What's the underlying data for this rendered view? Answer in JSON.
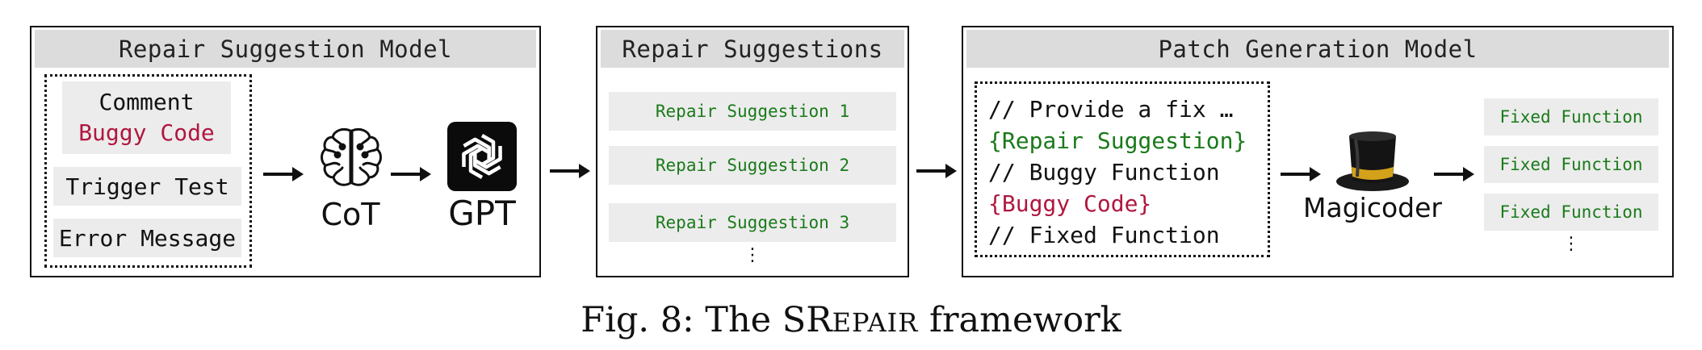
{
  "panel1": {
    "title": "Repair Suggestion Model",
    "comment": "Comment",
    "buggy_code": "Buggy Code",
    "trigger_test": "Trigger Test",
    "error_message": "Error Message",
    "cot_label": "CoT",
    "gpt_label": "GPT"
  },
  "panel2": {
    "title": "Repair Suggestions",
    "items": [
      "Repair Suggestion 1",
      "Repair Suggestion 2",
      "Repair Suggestion 3"
    ],
    "ellipsis": "⋮"
  },
  "panel3": {
    "title": "Patch Generation Model",
    "prompt_line1": "// Provide a fix …",
    "prompt_line2": "{Repair Suggestion}",
    "prompt_line3": "// Buggy Function",
    "prompt_line4": "{Buggy Code}",
    "prompt_line5": "// Fixed Function",
    "model_label": "Magicoder",
    "outputs": [
      "Fixed Function",
      "Fixed Function",
      "Fixed Function"
    ],
    "ellipsis": "⋮"
  },
  "caption": {
    "prefix": "Fig. 8: The SR",
    "smallcaps": "EPAIR",
    "suffix": " framework"
  },
  "colors": {
    "green": "#1a7a1a",
    "red": "#b0173f",
    "header_gray": "#dcdcdc",
    "box_gray": "#ececec"
  }
}
